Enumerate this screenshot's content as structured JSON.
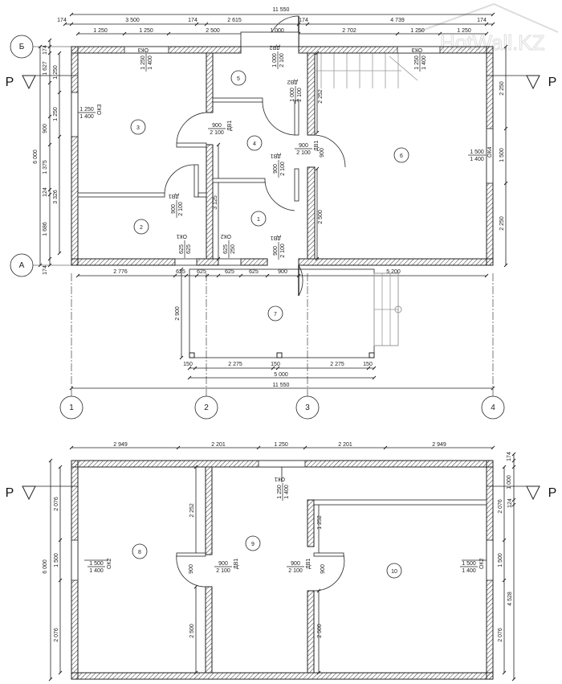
{
  "watermark": "HotWall.KZ",
  "section_marker": "Р",
  "colors": {
    "line": "#222222",
    "hatch": "#333333",
    "stair": "#999999"
  },
  "floor1": {
    "axes_vertical": [
      "1",
      "2",
      "3",
      "4"
    ],
    "axes_horizontal": [
      "А",
      "Б"
    ],
    "rooms": [
      "1",
      "2",
      "3",
      "4",
      "5",
      "6",
      "7"
    ],
    "dimensions": [
      "11 550",
      "174",
      "3 500",
      "174",
      "2 615",
      "174",
      "4 739",
      "174",
      "1 250",
      "1 250",
      "2 500",
      "1 000",
      "2 702",
      "1 250",
      "1 250",
      "174",
      "1 627",
      "900",
      "1 375",
      "124",
      "1 686",
      "174",
      "6 000",
      "1 250",
      "1 250",
      "3 326",
      "2 250",
      "1 500",
      "2 250",
      "2 776",
      "625",
      "625",
      "625",
      "625",
      "900",
      "5 200",
      "2 900",
      "150",
      "2 275",
      "150",
      "2 275",
      "150",
      "5 000",
      "11 550",
      "3 125",
      "2 252",
      "2 500",
      "900"
    ],
    "openings": [
      {
        "w": "1 250",
        "h": "1 400",
        "mark": "ОК3"
      },
      {
        "w": "1 250",
        "h": "1 400",
        "mark": "ОК3"
      },
      {
        "w": "900",
        "h": "2 100",
        "mark": "ДВ1"
      },
      {
        "w": "1 000",
        "h": "2 100",
        "mark": "ДВ2"
      },
      {
        "w": "1 000",
        "h": "2 100",
        "mark": "ДВ2"
      },
      {
        "w": "900",
        "h": "2 100",
        "mark": "ДВ1"
      },
      {
        "w": "900",
        "h": "2 100",
        "mark": "ДВ1"
      },
      {
        "w": "900",
        "h": "2 100",
        "mark": "ДВ1"
      },
      {
        "w": "625",
        "h": "625",
        "mark": "ОК1"
      },
      {
        "w": "625",
        "h": "250",
        "mark": "ОК2"
      },
      {
        "w": "900",
        "h": "2 100",
        "mark": "ДВ1"
      },
      {
        "w": "1 250",
        "h": "1 400",
        "mark": "ОК3"
      },
      {
        "w": "1 500",
        "h": "1 400",
        "mark": "ОК4"
      }
    ]
  },
  "floor2": {
    "rooms": [
      "8",
      "9",
      "10"
    ],
    "dimensions": [
      "2 949",
      "2 201",
      "1 250",
      "2 201",
      "2 949",
      "174",
      "6 000",
      "2 076",
      "1 500",
      "2 076",
      "1 000",
      "124",
      "2 076",
      "1 500",
      "2 076",
      "4 528",
      "2 252",
      "2 500",
      "900",
      "1 252",
      "2 500",
      "900"
    ],
    "openings": [
      {
        "w": "1 250",
        "h": "1 400",
        "mark": "ОК1"
      },
      {
        "w": "1 500",
        "h": "1 400",
        "mark": "ОК2"
      },
      {
        "w": "900",
        "h": "2 100",
        "mark": "ДВ1"
      },
      {
        "w": "900",
        "h": "2 100",
        "mark": "ДВ1"
      },
      {
        "w": "1 500",
        "h": "1 400",
        "mark": "ОК2"
      }
    ]
  }
}
